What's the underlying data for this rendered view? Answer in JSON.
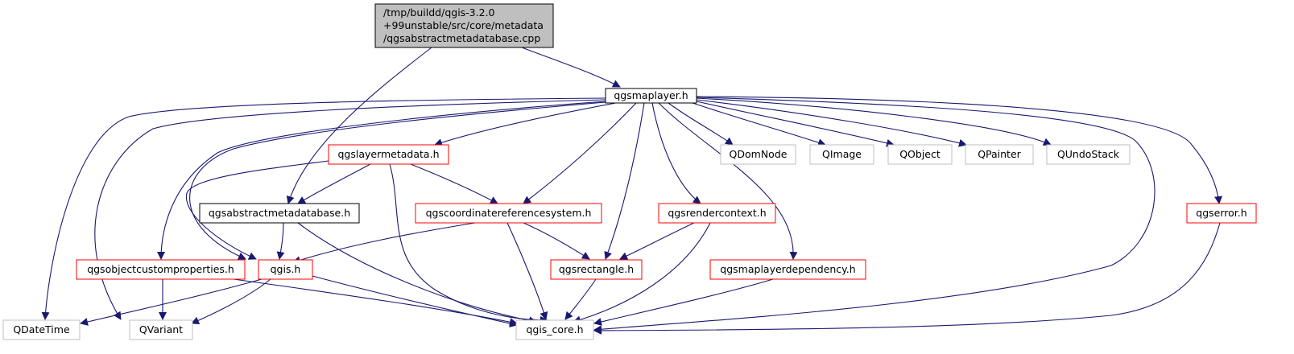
{
  "colors": {
    "root_fill": "#bfbfbf",
    "documented_border": "#000000",
    "undocumented_border": "#ff0000",
    "external_border": "#bfbfbf",
    "edge": "#191970",
    "background": "#ffffff",
    "external_text": "#404040"
  },
  "nodes": {
    "root": {
      "lines": [
        "/tmp/buildd/qgis-3.2.0",
        "+99unstable/src/core/metadata",
        "/qgsabstractmetadatabase.cpp"
      ]
    },
    "qgsmaplayer": {
      "label": "qgsmaplayer.h"
    },
    "qgslayermetadata": {
      "label": "qgslayermetadata.h"
    },
    "qdomnode": {
      "label": "QDomNode"
    },
    "qimage": {
      "label": "QImage"
    },
    "qobject": {
      "label": "QObject"
    },
    "qpainter": {
      "label": "QPainter"
    },
    "qundostack": {
      "label": "QUndoStack"
    },
    "qgsabstractmetadatabase": {
      "label": "qgsabstractmetadatabase.h"
    },
    "qgscrs": {
      "label": "qgscoordinatereferencesystem.h"
    },
    "qgsrendercontext": {
      "label": "qgsrendercontext.h"
    },
    "qgserror": {
      "label": "qgserror.h"
    },
    "qgsobjectcustomproperties": {
      "label": "qgsobjectcustomproperties.h"
    },
    "qgis": {
      "label": "qgis.h"
    },
    "qgsrectangle": {
      "label": "qgsrectangle.h"
    },
    "qgsmaplayerdependency": {
      "label": "qgsmaplayerdependency.h"
    },
    "qdatetime": {
      "label": "QDateTime"
    },
    "qvariant": {
      "label": "QVariant"
    },
    "qgis_core": {
      "label": "qgis_core.h"
    }
  }
}
